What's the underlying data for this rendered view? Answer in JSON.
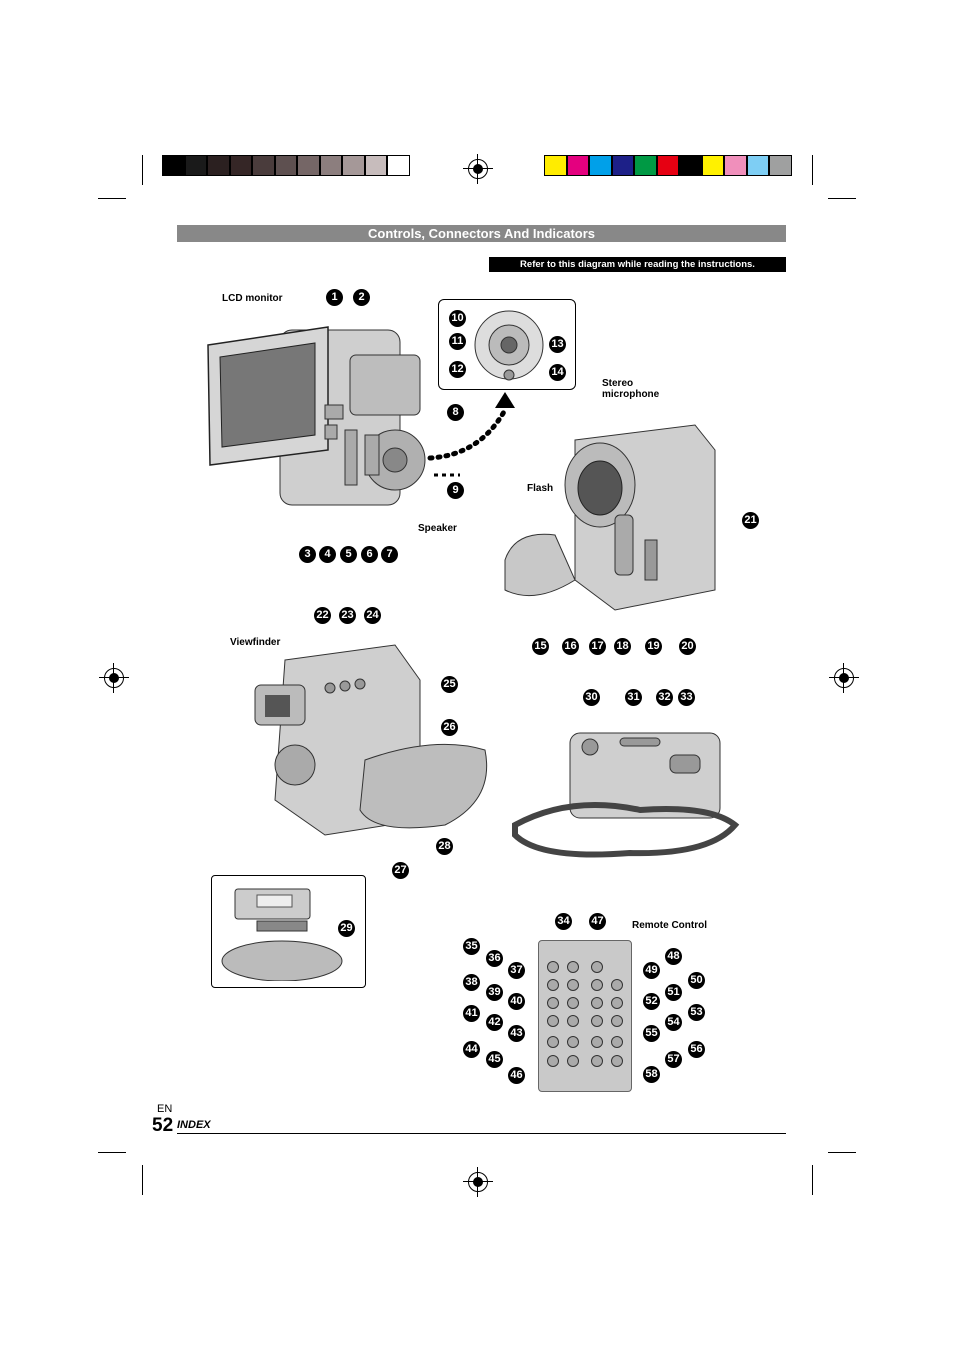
{
  "header": {
    "section_title": "Controls, Connectors And Indicators",
    "instruction_note": "Refer to this diagram while reading the instructions."
  },
  "colors": {
    "gray_bar": "#888888",
    "gray_swatches": [
      "#000000",
      "#1a1a1a",
      "#2b2020",
      "#352626",
      "#4a3c3c",
      "#5e5050",
      "#756666",
      "#8c7e7e",
      "#a59898",
      "#c7bcbc",
      "#ffffff"
    ],
    "color_swatches": [
      "#ffec00",
      "#e4007f",
      "#00a0e9",
      "#1d2088",
      "#009944",
      "#e60012",
      "#000000",
      "#fff100",
      "#f08fbb",
      "#7ecef4",
      "#9fa0a0"
    ]
  },
  "labels": {
    "lcd_monitor": "LCD monitor",
    "speaker": "Speaker",
    "stereo_microphone": "Stereo microphone",
    "flash": "Flash",
    "viewfinder": "Viewfinder",
    "remote_control": "Remote Control"
  },
  "callouts": {
    "front_left": [
      "1",
      "2",
      "3",
      "4",
      "5",
      "6",
      "7",
      "8",
      "9"
    ],
    "dial": [
      "10",
      "11",
      "12",
      "13",
      "14"
    ],
    "front_right": [
      "15",
      "16",
      "17",
      "18",
      "19",
      "20",
      "21"
    ],
    "rear": [
      "22",
      "23",
      "24",
      "25",
      "26",
      "27",
      "28",
      "29"
    ],
    "bottom": [
      "30",
      "31",
      "32",
      "33"
    ],
    "remote": [
      "34",
      "35",
      "36",
      "37",
      "38",
      "39",
      "40",
      "41",
      "42",
      "43",
      "44",
      "45",
      "46",
      "47",
      "48",
      "49",
      "50",
      "51",
      "52",
      "53",
      "54",
      "55",
      "56",
      "57",
      "58"
    ]
  },
  "footer": {
    "lang": "EN",
    "page_number": "52",
    "index": "INDEX"
  }
}
